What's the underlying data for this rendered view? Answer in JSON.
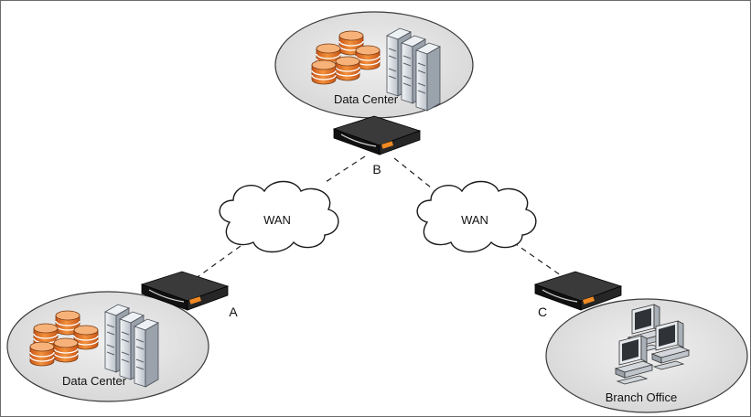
{
  "sites": {
    "top": {
      "label": "Data Center"
    },
    "bottom_left": {
      "label": "Data Center"
    },
    "bottom_right": {
      "label": "Branch Office"
    }
  },
  "devices": {
    "a": {
      "label": "A"
    },
    "b": {
      "label": "B"
    },
    "c": {
      "label": "C"
    }
  },
  "wan": {
    "left": {
      "label": "WAN"
    },
    "right": {
      "label": "WAN"
    }
  },
  "colors": {
    "site_fill": "#e3e3e3",
    "database": "#e8782a",
    "server": "#d9dde3",
    "appliance": "#1c1c1c",
    "appliance_accent": "#f08a24"
  }
}
